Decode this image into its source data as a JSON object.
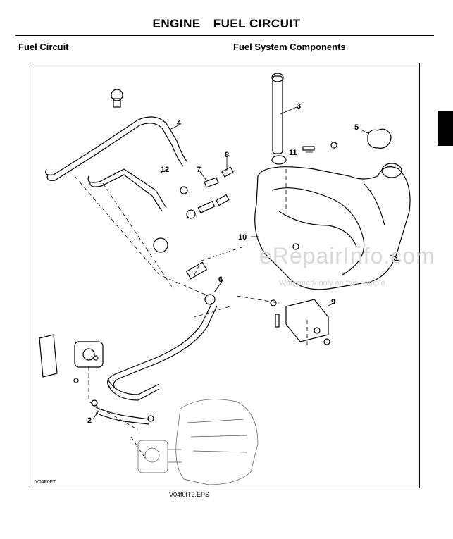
{
  "header": {
    "part1": "ENGINE",
    "part2": "FUEL CIRCUIT"
  },
  "section_left": "Fuel Circuit",
  "section_right": "Fuel System Components",
  "figure": {
    "code": "V04F0FT",
    "file_caption": "V04f0fT2.EPS",
    "callouts": [
      "1",
      "2",
      "3",
      "4",
      "5",
      "6",
      "7",
      "8",
      "9",
      "10",
      "11",
      "12"
    ],
    "watermark": {
      "main": "eRepairInfo.com",
      "sub": "Watermark only on this sample"
    }
  }
}
